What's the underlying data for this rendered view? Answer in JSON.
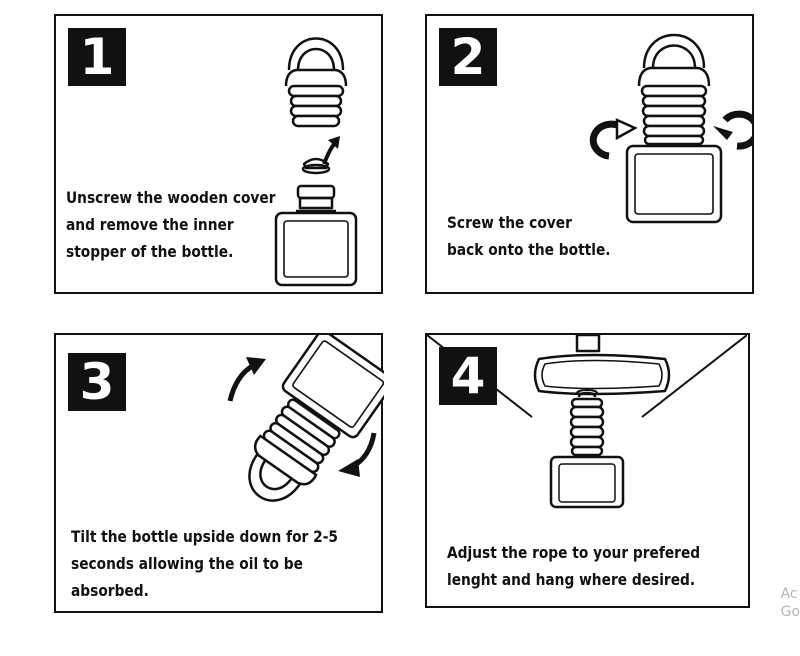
{
  "steps": [
    {
      "number": "1",
      "lines": [
        "Unscrew the wooden cover",
        "and remove the inner",
        "stopper of the bottle."
      ]
    },
    {
      "number": "2",
      "lines": [
        "Screw the cover",
        "back onto the bottle."
      ]
    },
    {
      "number": "3",
      "lines": [
        "Tilt the bottle upside down for 2-5",
        "seconds allowing the oil to be",
        "absorbed."
      ]
    },
    {
      "number": "4",
      "lines": [
        "Adjust the rope to your prefered",
        "lenght and hang where desired."
      ]
    }
  ],
  "edge_text": [
    "Ac",
    "Go"
  ]
}
